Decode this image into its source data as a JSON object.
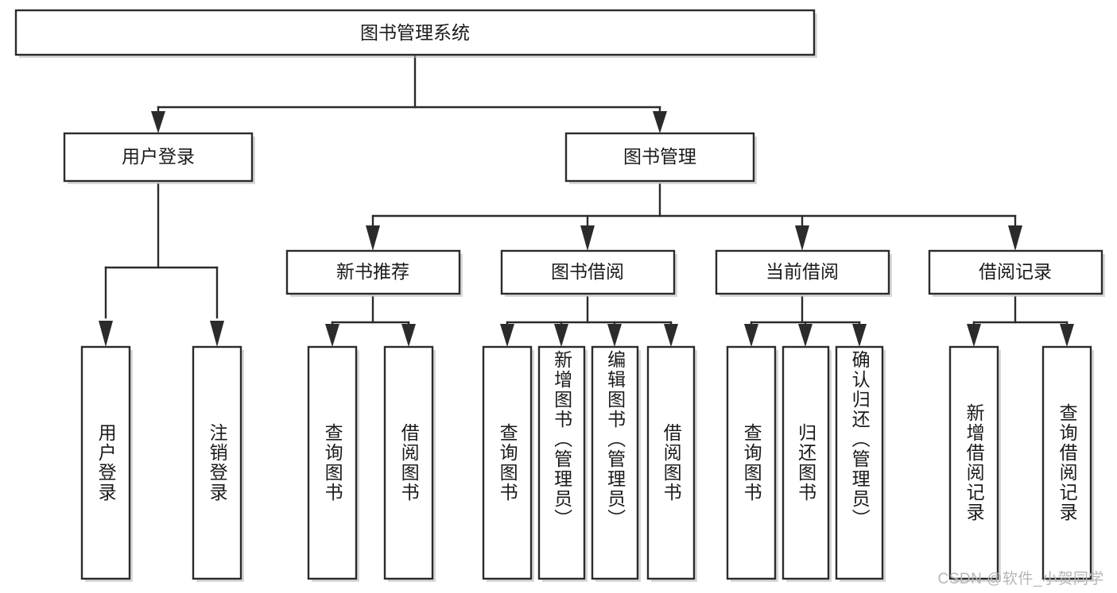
{
  "diagram": {
    "type": "tree-hierarchy-chart",
    "title": "图书管理系统",
    "watermark": "CSDN @软件_小贺同学",
    "colors": {
      "box_stroke": "#2b2b2b",
      "box_fill": "#ffffff",
      "text": "#1b1b1b",
      "background": "#ffffff",
      "watermark": "#b6b6b6"
    },
    "root": {
      "label": "图书管理系统"
    },
    "level2": [
      {
        "id": "user-login",
        "label": "用户登录"
      },
      {
        "id": "book-manage",
        "label": "图书管理"
      }
    ],
    "level3": [
      {
        "id": "new-book-recommend",
        "label": "新书推荐",
        "parent": "book-manage"
      },
      {
        "id": "book-borrow",
        "label": "图书借阅",
        "parent": "book-manage"
      },
      {
        "id": "current-borrow",
        "label": "当前借阅",
        "parent": "book-manage"
      },
      {
        "id": "borrow-record",
        "label": "借阅记录",
        "parent": "book-manage"
      }
    ],
    "leaves": [
      {
        "id": "leaf-user-login",
        "label": "用户登录",
        "parent": "user-login"
      },
      {
        "id": "leaf-logout-login",
        "label": "注销登录",
        "parent": "user-login"
      },
      {
        "id": "leaf-query-book-1",
        "label": "查询图书",
        "parent": "new-book-recommend"
      },
      {
        "id": "leaf-borrow-book-1",
        "label": "借阅图书",
        "parent": "new-book-recommend"
      },
      {
        "id": "leaf-query-book-2",
        "label": "查询图书",
        "parent": "book-borrow"
      },
      {
        "id": "leaf-add-book",
        "label": "新增图书（管理员）",
        "parent": "book-borrow"
      },
      {
        "id": "leaf-edit-book",
        "label": "编辑图书（管理员）",
        "parent": "book-borrow"
      },
      {
        "id": "leaf-borrow-book-2",
        "label": "借阅图书",
        "parent": "book-borrow"
      },
      {
        "id": "leaf-query-book-3",
        "label": "查询图书",
        "parent": "current-borrow"
      },
      {
        "id": "leaf-return-book",
        "label": "归还图书",
        "parent": "current-borrow"
      },
      {
        "id": "leaf-confirm-return",
        "label": "确认归还（管理员）",
        "parent": "current-borrow"
      },
      {
        "id": "leaf-add-record",
        "label": "新增借阅记录",
        "parent": "borrow-record"
      },
      {
        "id": "leaf-query-record",
        "label": "查询借阅记录",
        "parent": "borrow-record"
      }
    ]
  }
}
